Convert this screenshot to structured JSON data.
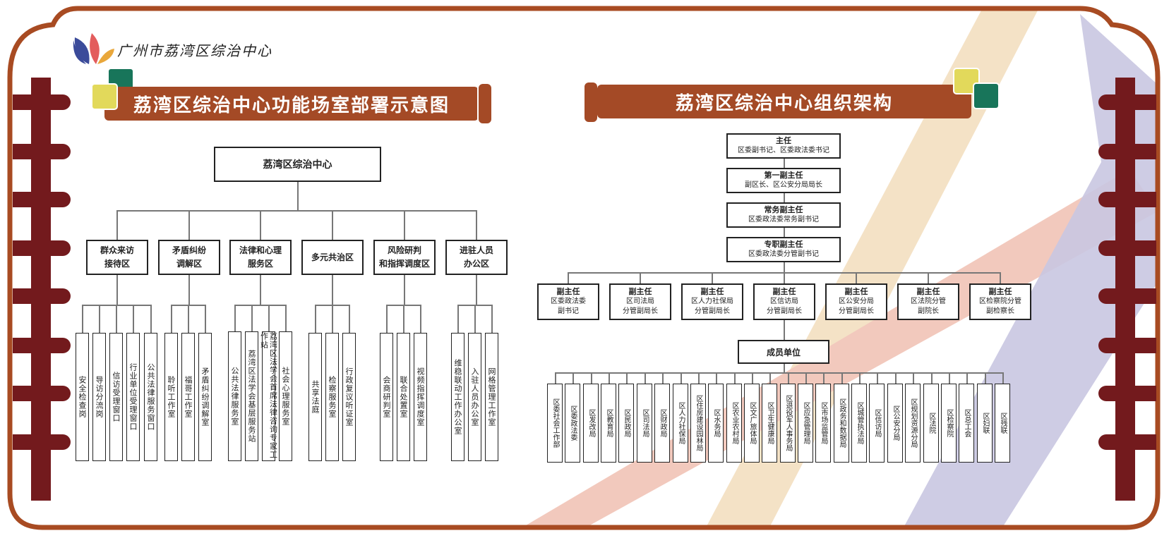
{
  "brand": {
    "logo": "lotus-logo-icon",
    "name": "广州市荔湾区综治中心"
  },
  "colors": {
    "frame": "#a84b22",
    "pillar": "#731a1d",
    "banner": "#a44a26",
    "green": "#18755a",
    "yellow": "#e2d95b",
    "stripe_beige": "#f4e2c6",
    "stripe_pink": "#f2c9bd",
    "stripe_lavender": "#c9c7e1"
  },
  "left": {
    "title": "荔湾区综治中心功能场室部署示意图",
    "root": "荔湾区综治中心",
    "zones": [
      {
        "name": "群众来访\n接待区",
        "rooms": [
          "安全检查岗",
          "导访分流岗",
          "信访受理窗口",
          "行业单位受理窗口",
          "公共法律服务窗口"
        ]
      },
      {
        "name": "矛盾纠纷\n调解区",
        "rooms": [
          "聆听工作室",
          "福哥工作室",
          "矛盾纠纷调解室"
        ]
      },
      {
        "name": "法律和心理\n服务区",
        "rooms": [
          "公共法律服务室",
          "荔湾区法学会基层服务站",
          "荔湾区法学会首席法律咨询专家工作站",
          "社会心理服务室"
        ]
      },
      {
        "name": "多元共治区",
        "rooms": [
          "共享法庭",
          "检察服务室",
          "行政复议听证室"
        ]
      },
      {
        "name": "风险研判\n和指挥调度区",
        "rooms": [
          "会商研判室",
          "联合处置室",
          "视频指挥调度室"
        ]
      },
      {
        "name": "进驻人员\n办公区",
        "rooms": [
          "维稳联动工作办公室",
          "入驻人员办公室",
          "网格管理工作室"
        ]
      }
    ]
  },
  "right": {
    "title": "荔湾区综治中心组织架构",
    "chain": [
      {
        "role": "主任",
        "desc": "区委副书记、区委政法委书记"
      },
      {
        "role": "第一副主任",
        "desc": "副区长、区公安分局局长"
      },
      {
        "role": "常务副主任",
        "desc": "区委政法委常务副书记"
      },
      {
        "role": "专职副主任",
        "desc": "区委政法委分管副书记"
      }
    ],
    "deputies": [
      {
        "role": "副主任",
        "desc": "区委政法委\n副书记"
      },
      {
        "role": "副主任",
        "desc": "区司法局\n分管副局长"
      },
      {
        "role": "副主任",
        "desc": "区人力社保局\n分管副局长"
      },
      {
        "role": "副主任",
        "desc": "区信访局\n分管副局长"
      },
      {
        "role": "副主任",
        "desc": "区公安分局\n分管副局长"
      },
      {
        "role": "副主任",
        "desc": "区法院分管\n副院长"
      },
      {
        "role": "副主任",
        "desc": "区检察院分管\n副检察长"
      }
    ],
    "members_title": "成员单位",
    "members": [
      "区委社会工作部",
      "区委政法委",
      "区发改局",
      "区教育局",
      "区民政局",
      "区司法局",
      "区财政局",
      "区人力社保局",
      "区住房建设园林局",
      "区水务局",
      "区农业农村局",
      "区文广旅体局",
      "区卫生健康局",
      "区退役军人事务局",
      "区应急管理局",
      "区市场监管局",
      "区政务和数据局",
      "区城管执法局",
      "区信访局",
      "区公安分局",
      "区规划资源分局",
      "区法院",
      "区检察院",
      "区总工会",
      "区妇联",
      "区残联"
    ]
  }
}
